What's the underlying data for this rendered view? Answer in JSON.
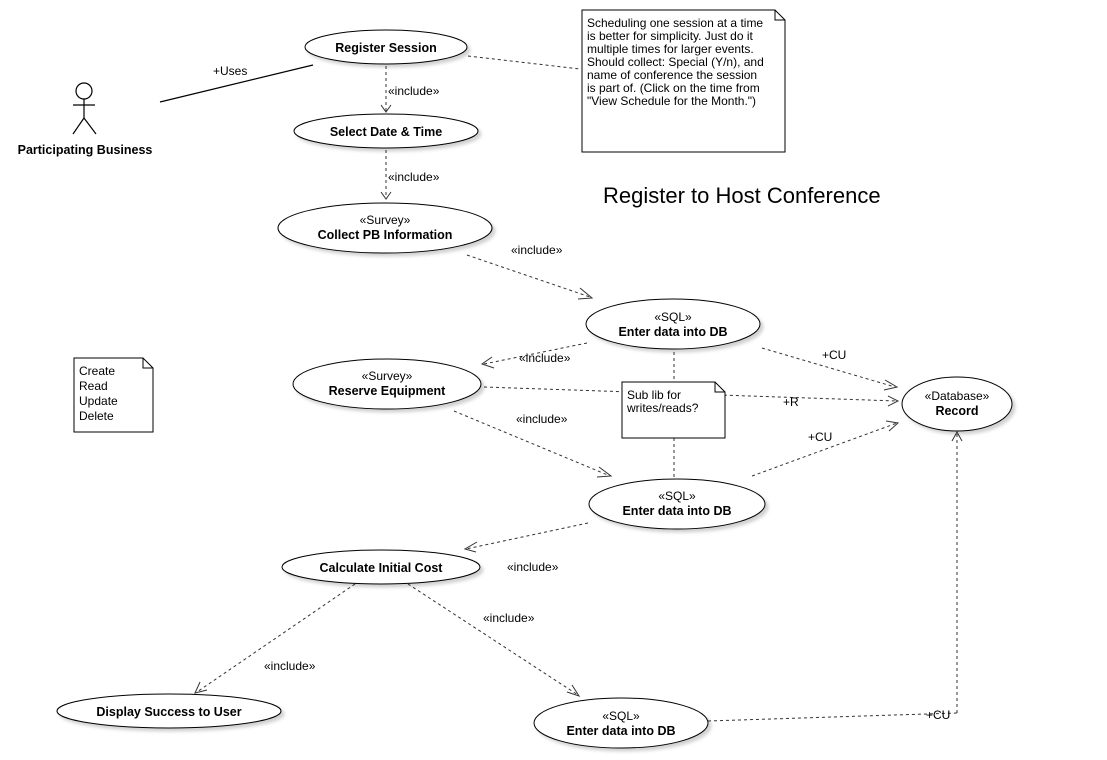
{
  "title": "Register to Host Conference",
  "actor": {
    "name": "Participating Business",
    "assoc_label": "+Uses"
  },
  "use_cases": {
    "register_session": {
      "name": "Register Session",
      "stereotype": ""
    },
    "select_date_time": {
      "name": "Select Date & Time",
      "stereotype": ""
    },
    "collect_pb": {
      "name": "Collect PB Information",
      "stereotype": "«Survey»"
    },
    "enter_db_1": {
      "name": "Enter data into DB",
      "stereotype": "«SQL»"
    },
    "reserve_equipment": {
      "name": "Reserve Equipment",
      "stereotype": "«Survey»"
    },
    "record": {
      "name": "Record",
      "stereotype": "«Database»"
    },
    "enter_db_2": {
      "name": "Enter data into DB",
      "stereotype": "«SQL»"
    },
    "calc_cost": {
      "name": "Calculate Initial Cost",
      "stereotype": ""
    },
    "display_success": {
      "name": "Display Success to User",
      "stereotype": ""
    },
    "enter_db_3": {
      "name": "Enter data into DB",
      "stereotype": "«SQL»"
    }
  },
  "edge_labels": {
    "include": "«include»",
    "cu": "+CU",
    "r": "+R"
  },
  "notes": {
    "scheduling": [
      "Scheduling one session at a time",
      "is better for simplicity. Just do it",
      "multiple times for larger events.",
      "Should collect: Special (Y/n), and",
      "name of conference the session",
      "is part of. (Click on the time from",
      "\"View Schedule for the Month.\")"
    ],
    "crud": [
      "Create",
      "Read",
      "Update",
      "Delete"
    ],
    "sublib": [
      "Sub lib for",
      "writes/reads?"
    ]
  }
}
